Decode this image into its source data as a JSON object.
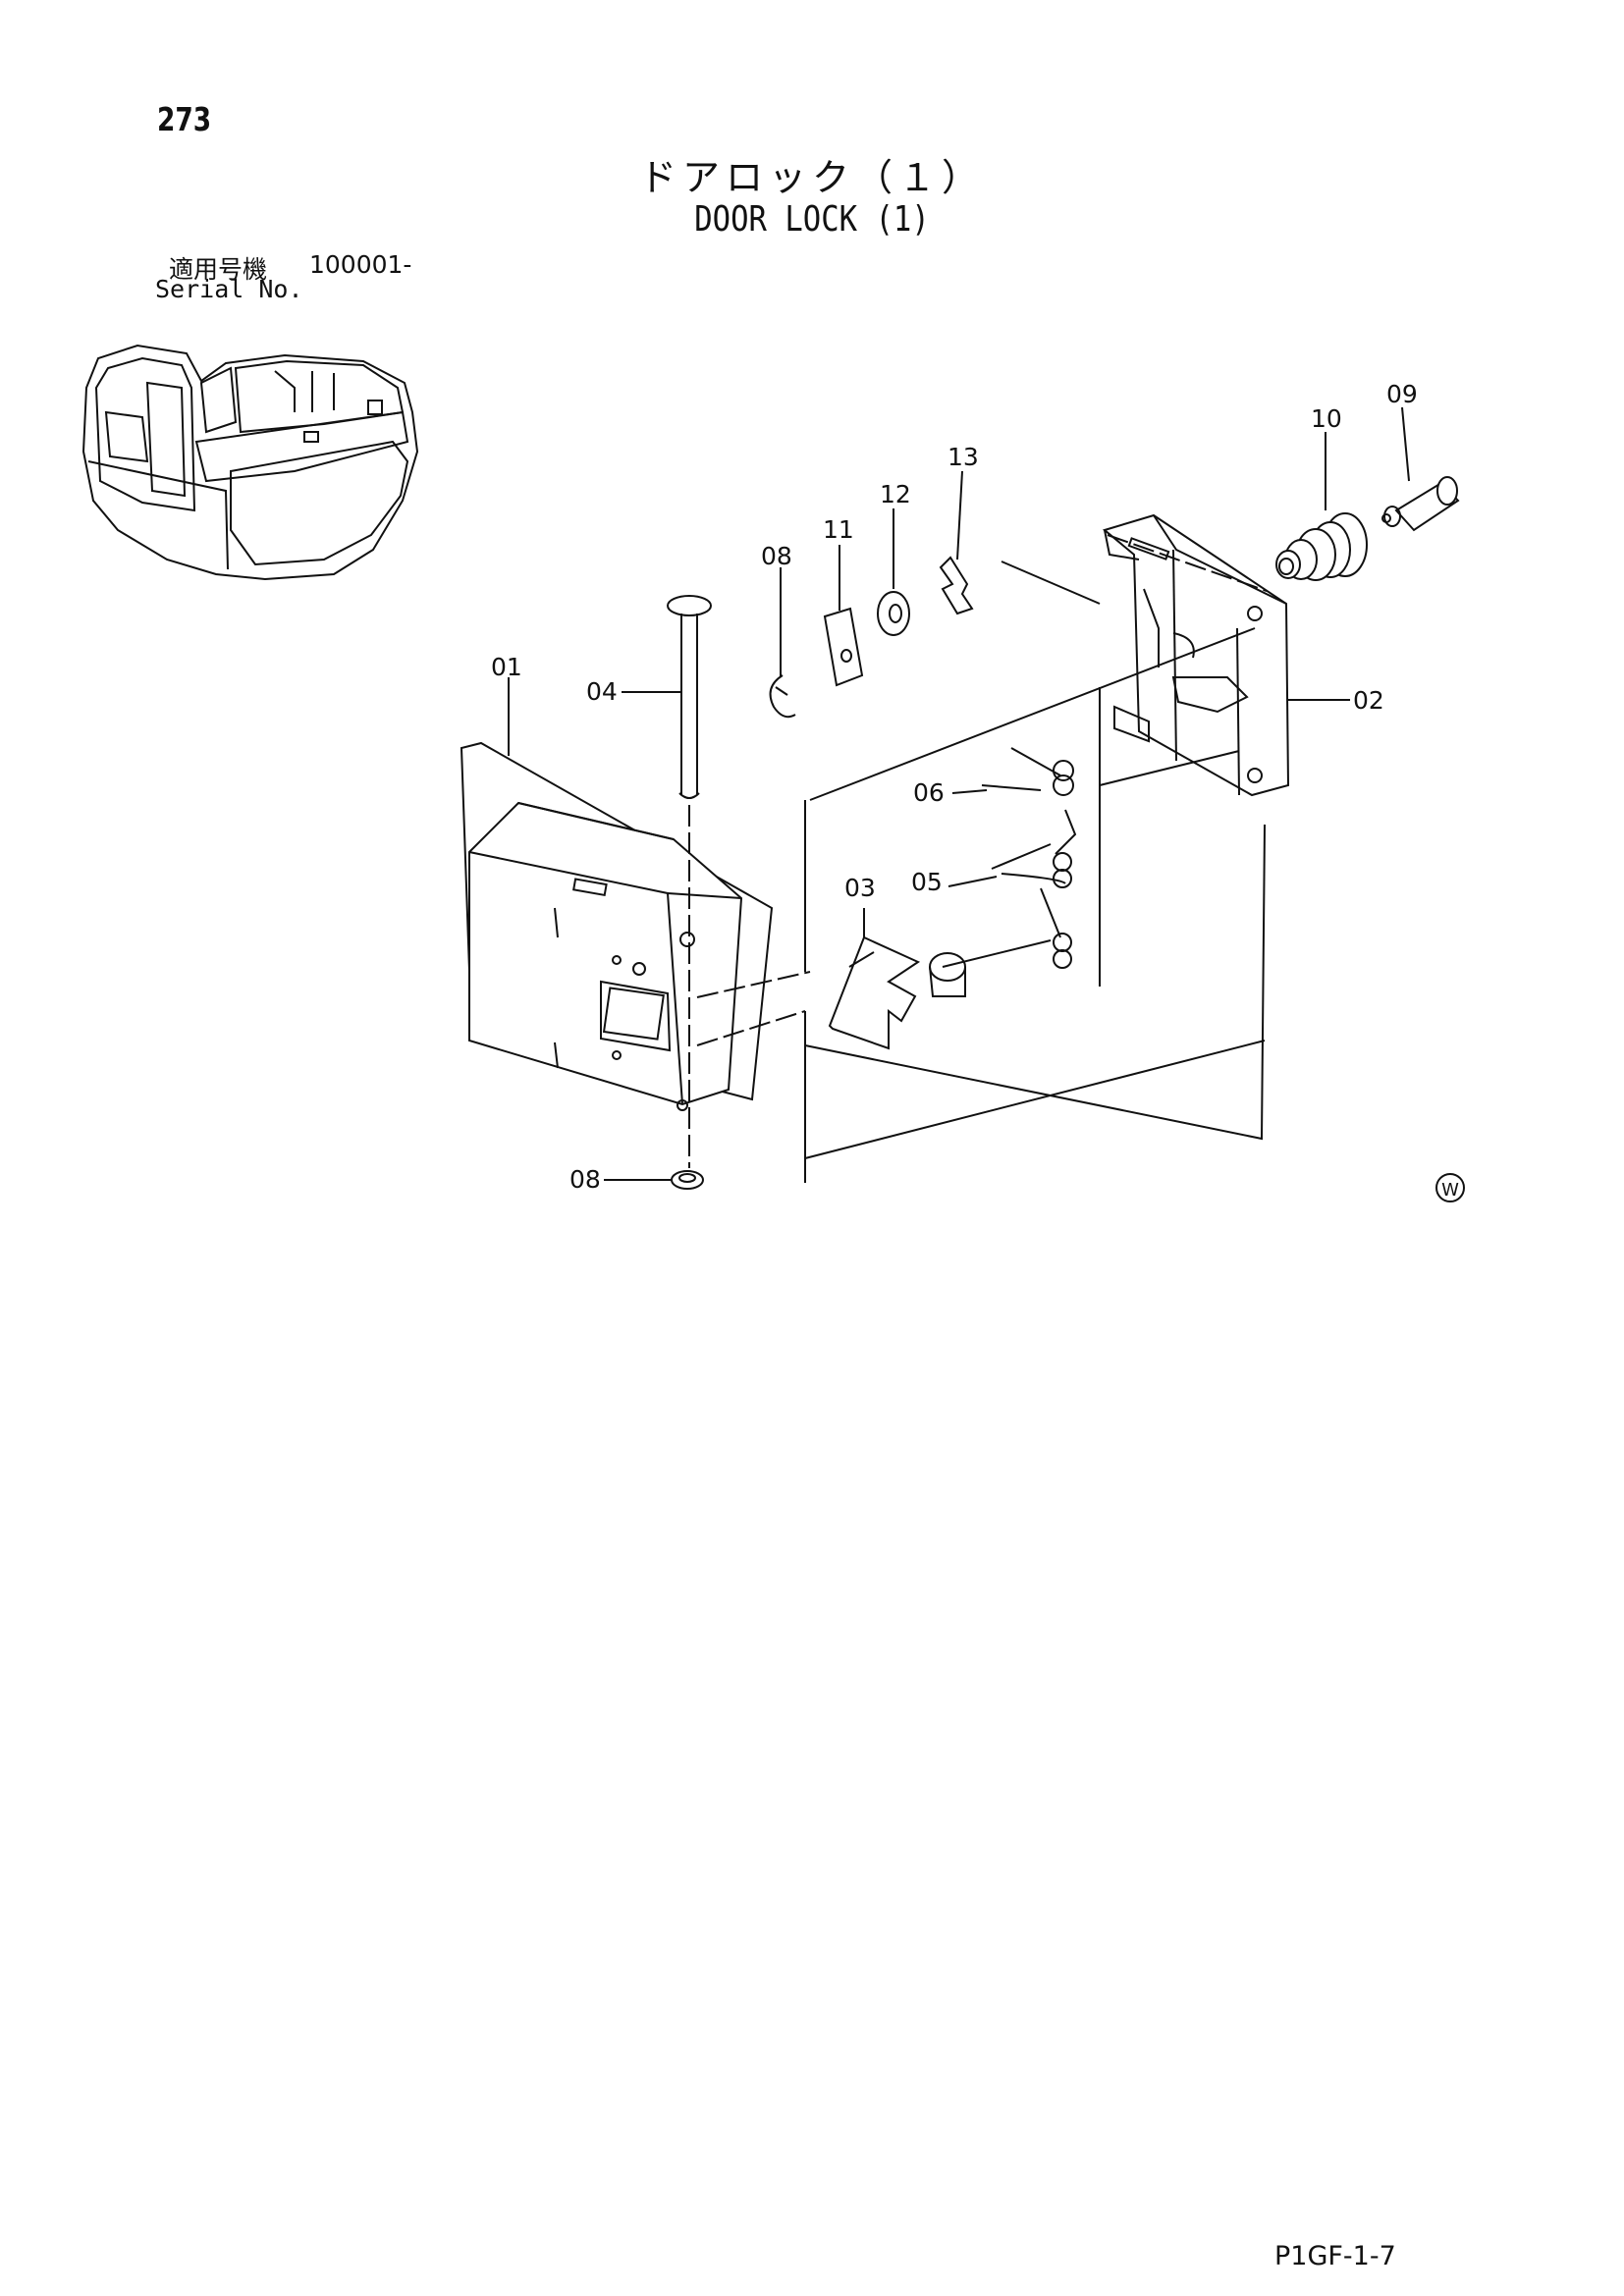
{
  "page": {
    "page_number": "273",
    "title_jp": "ドアロック（１）",
    "title_en": "DOOR LOCK (1)",
    "serial_label_jp": "適用号機",
    "serial_range": "100001-",
    "serial_label_en": "Serial No.",
    "drawing_code": "P1GF-1-7",
    "watermark_symbol": "W"
  },
  "callouts": [
    "01",
    "02",
    "03",
    "04",
    "05",
    "06",
    "08",
    "08",
    "09",
    "10",
    "11",
    "12",
    "13"
  ]
}
